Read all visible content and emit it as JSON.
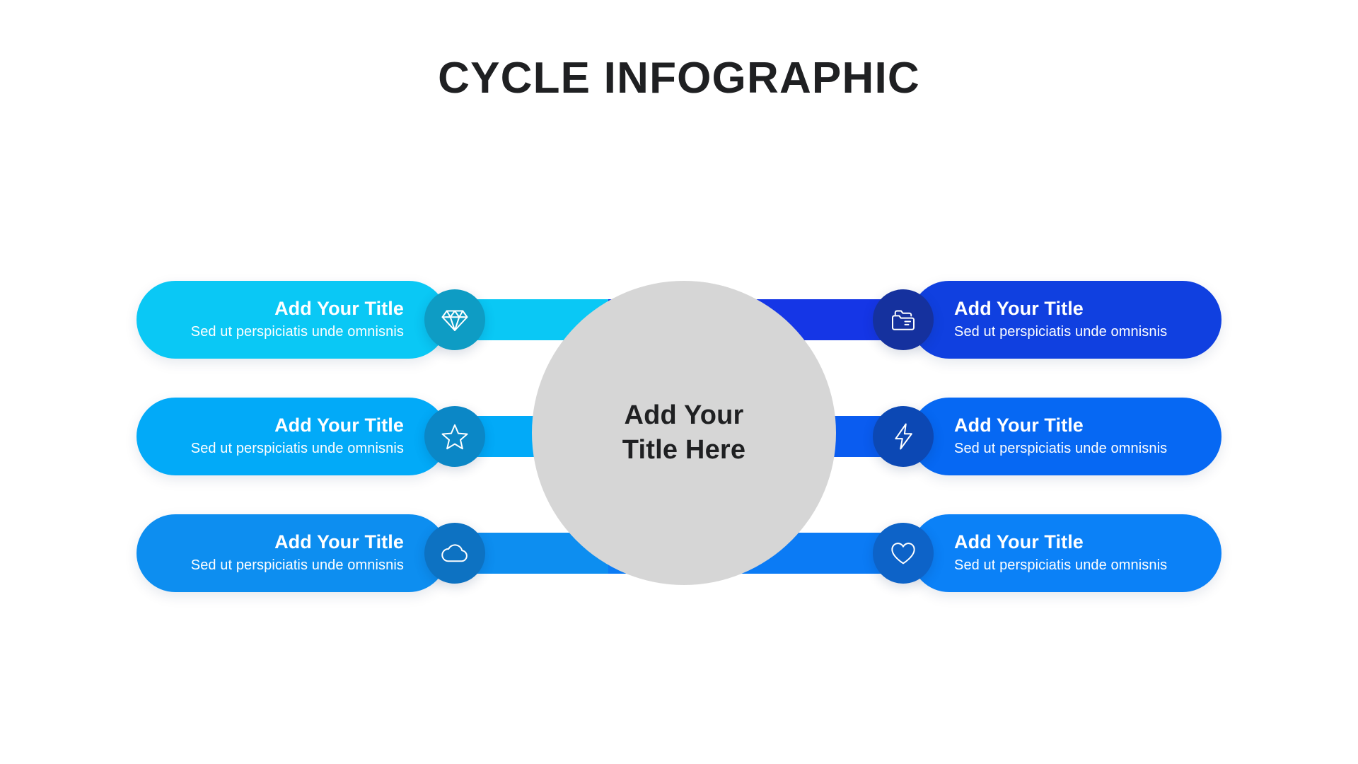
{
  "header": {
    "title": "CYCLE INFOGRAPHIC"
  },
  "center": {
    "line1": "Add Your",
    "line2": "Title Here",
    "circle_color": "#d6d6d6",
    "text_color": "#1f2022"
  },
  "colors": {
    "background": "#ffffff",
    "title": "#1f2022",
    "pill_text": "#ffffff"
  },
  "left_items": [
    {
      "title": "Add Your Title",
      "description": "Sed ut perspiciatis unde omnisnis",
      "icon": "diamond-icon",
      "pill_color": "#0ac8f5",
      "connector_color": "#0ac8f5",
      "icon_circle_color": "#0e9cc4"
    },
    {
      "title": "Add Your Title",
      "description": "Sed ut perspiciatis unde omnisnis",
      "icon": "star-icon",
      "pill_color": "#02aaf8",
      "connector_color": "#02aaf8",
      "icon_circle_color": "#0b87c6"
    },
    {
      "title": "Add Your Title",
      "description": "Sed ut perspiciatis unde omnisnis",
      "icon": "cloud-icon",
      "pill_color": "#0d8ef0",
      "connector_color": "#0d8ef0",
      "icon_circle_color": "#0d72c2"
    }
  ],
  "right_items": [
    {
      "title": "Add Your Title",
      "description": "Sed ut perspiciatis unde omnisnis",
      "icon": "folder-icon",
      "pill_color": "#1040e0",
      "connector_color": "#1536e6",
      "icon_circle_color": "#15319e"
    },
    {
      "title": "Add Your Title",
      "description": "Sed ut perspiciatis unde omnisnis",
      "icon": "bolt-icon",
      "pill_color": "#0668f3",
      "connector_color": "#0a5cf0",
      "icon_circle_color": "#0c48b4"
    },
    {
      "title": "Add Your Title",
      "description": "Sed ut perspiciatis unde omnisnis",
      "icon": "heart-icon",
      "pill_color": "#0b81f7",
      "connector_color": "#0b7bf5",
      "icon_circle_color": "#0d63c8"
    }
  ]
}
